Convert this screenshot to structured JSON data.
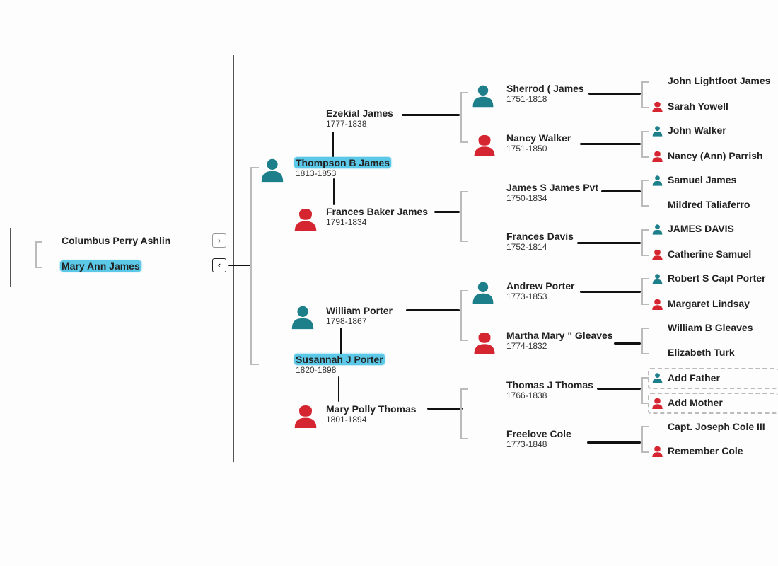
{
  "colors": {
    "male": "#1d7f8a",
    "female": "#d42531",
    "highlight": "#5cc8e8"
  },
  "nav": {
    "forward_icon": "›",
    "back_icon": "‹"
  },
  "root": {
    "spouse": {
      "name": "Columbus Perry Ashlin"
    },
    "self": {
      "name": "Mary Ann James"
    }
  },
  "gen1": {
    "father": {
      "name": "Thompson B James",
      "dates": "1813-1853",
      "gender": "male"
    },
    "mother": {
      "name": "Susannah J Porter",
      "dates": "1820-1898",
      "gender": "female"
    }
  },
  "gen2": {
    "pf_father": {
      "name": "Ezekial James",
      "dates": "1777-1838"
    },
    "pf_mother": {
      "name": "Frances Baker James",
      "dates": "1791-1834"
    },
    "pm_father": {
      "name": "William Porter",
      "dates": "1798-1867"
    },
    "pm_mother": {
      "name": "Mary Polly Thomas",
      "dates": "1801-1894"
    }
  },
  "gen3": [
    {
      "name": "Sherrod ( James",
      "dates": "1751-1818"
    },
    {
      "name": "Nancy Walker",
      "dates": "1751-1850"
    },
    {
      "name": "James S James Pvt",
      "dates": "1750-1834"
    },
    {
      "name": "Frances Davis",
      "dates": "1752-1814"
    },
    {
      "name": "Andrew Porter",
      "dates": "1773-1853"
    },
    {
      "name": "Martha Mary \" Gleaves",
      "dates": "1774-1832"
    },
    {
      "name": "Thomas J Thomas",
      "dates": "1766-1838"
    },
    {
      "name": "Freelove Cole",
      "dates": "1773-1848"
    }
  ],
  "gen4": [
    {
      "name": "John Lightfoot James"
    },
    {
      "name": "Sarah Yowell"
    },
    {
      "name": "John Walker"
    },
    {
      "name": "Nancy (Ann) Parrish"
    },
    {
      "name": "Samuel James"
    },
    {
      "name": "Mildred Taliaferro"
    },
    {
      "name": "JAMES DAVIS"
    },
    {
      "name": "Catherine Samuel"
    },
    {
      "name": "Robert S Capt Porter"
    },
    {
      "name": "Margaret Lindsay"
    },
    {
      "name": "William B Gleaves"
    },
    {
      "name": "Elizabeth Turk"
    },
    {
      "name": "Add Father"
    },
    {
      "name": "Add Mother"
    },
    {
      "name": "Capt. Joseph Cole III"
    },
    {
      "name": "Remember Cole"
    }
  ]
}
